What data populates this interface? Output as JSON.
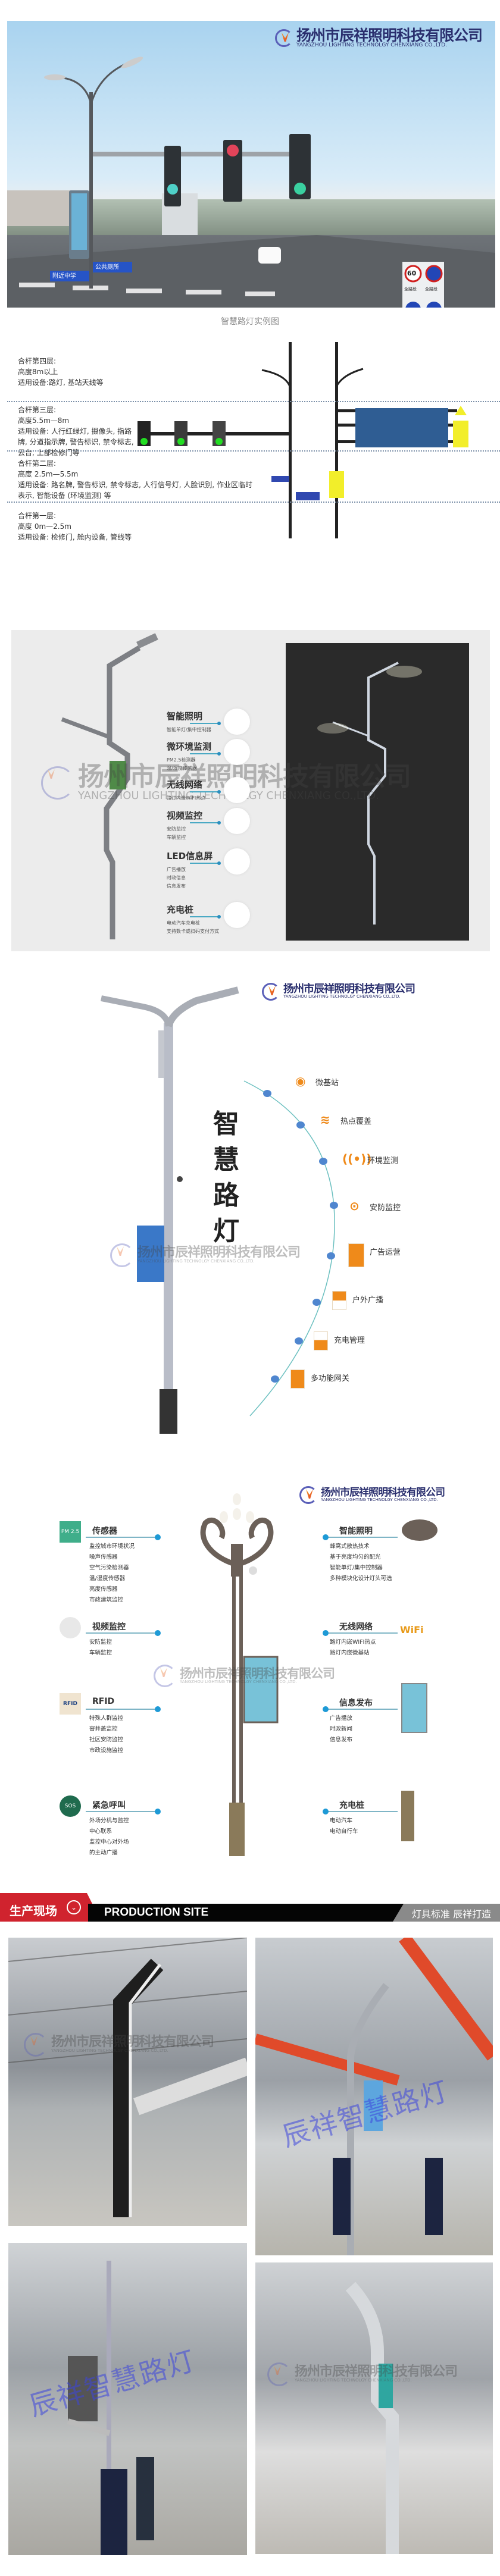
{
  "company": {
    "name_cn": "扬州市辰祥照明科技有限公司",
    "name_en": "YANGZHOU LIGHTING TECHNOLGY CHENXIANG CO.,LTD."
  },
  "hero": {
    "caption": "智慧路灯实例图",
    "street_signs": [
      "公共厕所",
      "附近中学"
    ],
    "speed_sign": "60",
    "sign_plates": [
      "全路段",
      "全路段"
    ]
  },
  "layers": [
    {
      "title": "合杆第四层:",
      "height": "高度8m以上",
      "equipment": "适用设备:路灯, 基站天线等"
    },
    {
      "title": "合杆第三层:",
      "height": "高度5.5m—8m",
      "equipment": "适用设备: 人行红绿灯, 摄像头, 指路牌, 分道指示牌, 警告标识, 禁令标志, 云台, 上部检修门等"
    },
    {
      "title": "合杆第二层:",
      "height": "高度 2.5m—5.5m",
      "equipment": "适用设备: 路名牌, 警告标识, 禁令标志, 人行信号灯, 人脸识别, 作业区临时表示, 智能设备 (环境监测) 等"
    },
    {
      "title": "合杆第一层:",
      "height": "高度 0m—2.5m",
      "equipment": "适用设备: 检修门, 舱内设备, 管线等"
    }
  ],
  "features": [
    {
      "title": "智能照明",
      "subs": [
        "智能单灯/集中控制器"
      ],
      "icon": "led-lamp-icon"
    },
    {
      "title": "微环境监测",
      "subs": [
        "PM2.5检测器",
        "温/湿度传感器"
      ],
      "icon": "sensor-icon"
    },
    {
      "title": "无线网络",
      "subs": [
        "路灯内嵌WIFI热点"
      ],
      "icon": "wifi-icon"
    },
    {
      "title": "视频监控",
      "subs": [
        "安防监控",
        "车辆监控"
      ],
      "icon": "camera-icon"
    },
    {
      "title": "LED信息屏",
      "subs": [
        "广告播放",
        "时政信息",
        "信息发布"
      ],
      "icon": "screen-icon"
    },
    {
      "title": "充电桩",
      "subs": [
        "电动汽车充电桩",
        "支持数卡或扫码支付方式"
      ],
      "icon": "charger-icon"
    }
  ],
  "smart_pole": {
    "title_chars": [
      "智",
      "慧",
      "路",
      "灯"
    ],
    "accent": "#ef8a1a",
    "arc_color": "#6cc0c0",
    "dot_color": "#4f86cf",
    "items": [
      {
        "label": "微基站",
        "icon": "antenna-icon"
      },
      {
        "label": "热点覆盖",
        "icon": "wifi-icon"
      },
      {
        "label": "环境监测",
        "icon": "signal-icon"
      },
      {
        "label": "安防监控",
        "icon": "camera-icon"
      },
      {
        "label": "广告运营",
        "icon": "billboard-icon"
      },
      {
        "label": "户外广播",
        "icon": "speaker-icon"
      },
      {
        "label": "充电管理",
        "icon": "battery-icon"
      },
      {
        "label": "多功能网关",
        "icon": "gateway-icon"
      }
    ]
  },
  "ornamental": {
    "left": [
      {
        "title": "传感器",
        "items": [
          "监控城市环境状况",
          "噪声传感器",
          "空气污染检测器",
          "温/湿度传感器",
          "亮度传感器",
          "市政建筑监控"
        ],
        "icon_text": "PM 2.5"
      },
      {
        "title": "视频监控",
        "items": [
          "安防监控",
          "车辆监控"
        ]
      },
      {
        "title": "RFID",
        "items": [
          "特殊人群监控",
          "窨井盖监控",
          "社区安防监控",
          "市政设施监控"
        ],
        "icon_text": "RFID"
      },
      {
        "title": "紧急呼叫",
        "items": [
          "外场分机与监控",
          "中心联系",
          "监控中心对外场",
          "的主动广播"
        ],
        "icon_text": "SOS"
      }
    ],
    "right": [
      {
        "title": "智能照明",
        "items": [
          "蜂窝式散热技术",
          "基于亮度均匀的配光",
          "智能单灯/集中控制器",
          "多种模块化设计灯头可选"
        ]
      },
      {
        "title": "无线网络",
        "items": [
          "路灯内嵌WIFI热点",
          "路灯内嵌微基站"
        ],
        "icon_text": "WiFi"
      },
      {
        "title": "信息发布",
        "items": [
          "广告播放",
          "时政新闻",
          "信息发布"
        ]
      },
      {
        "title": "充电桩",
        "items": [
          "电动汽车",
          "电动自行车"
        ]
      }
    ]
  },
  "production": {
    "label_cn": "生产现场",
    "label_en": "PRODUCTION SITE",
    "slogan": "灯具标准 辰祥打造",
    "watermark": "辰祥智慧路灯",
    "brand_red": "#d0232e"
  }
}
